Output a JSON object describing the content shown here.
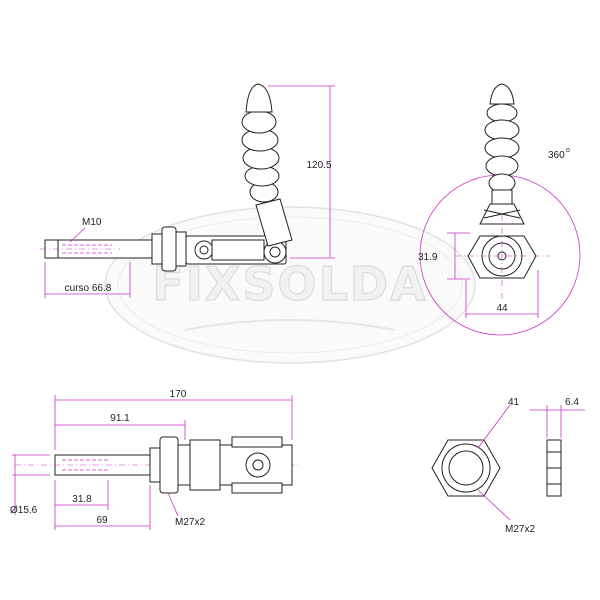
{
  "watermark": "FIXSOLDA",
  "side_view": {
    "thread_label": "M10",
    "stroke_label": "curso 66.8",
    "handle_height": "120.5",
    "rotation_label": "360",
    "rotation_unit": "o",
    "center_height": "31.9",
    "width": "44"
  },
  "top_view": {
    "overall_length": "170",
    "body_length": "91.1",
    "diameter": "Ø15.6",
    "thread_depth": "31.8",
    "thread_position": "69",
    "nut_thread": "M27x2"
  },
  "nut_detail": {
    "across_flats": "41",
    "thickness": "6.4",
    "thread": "M27x2"
  }
}
